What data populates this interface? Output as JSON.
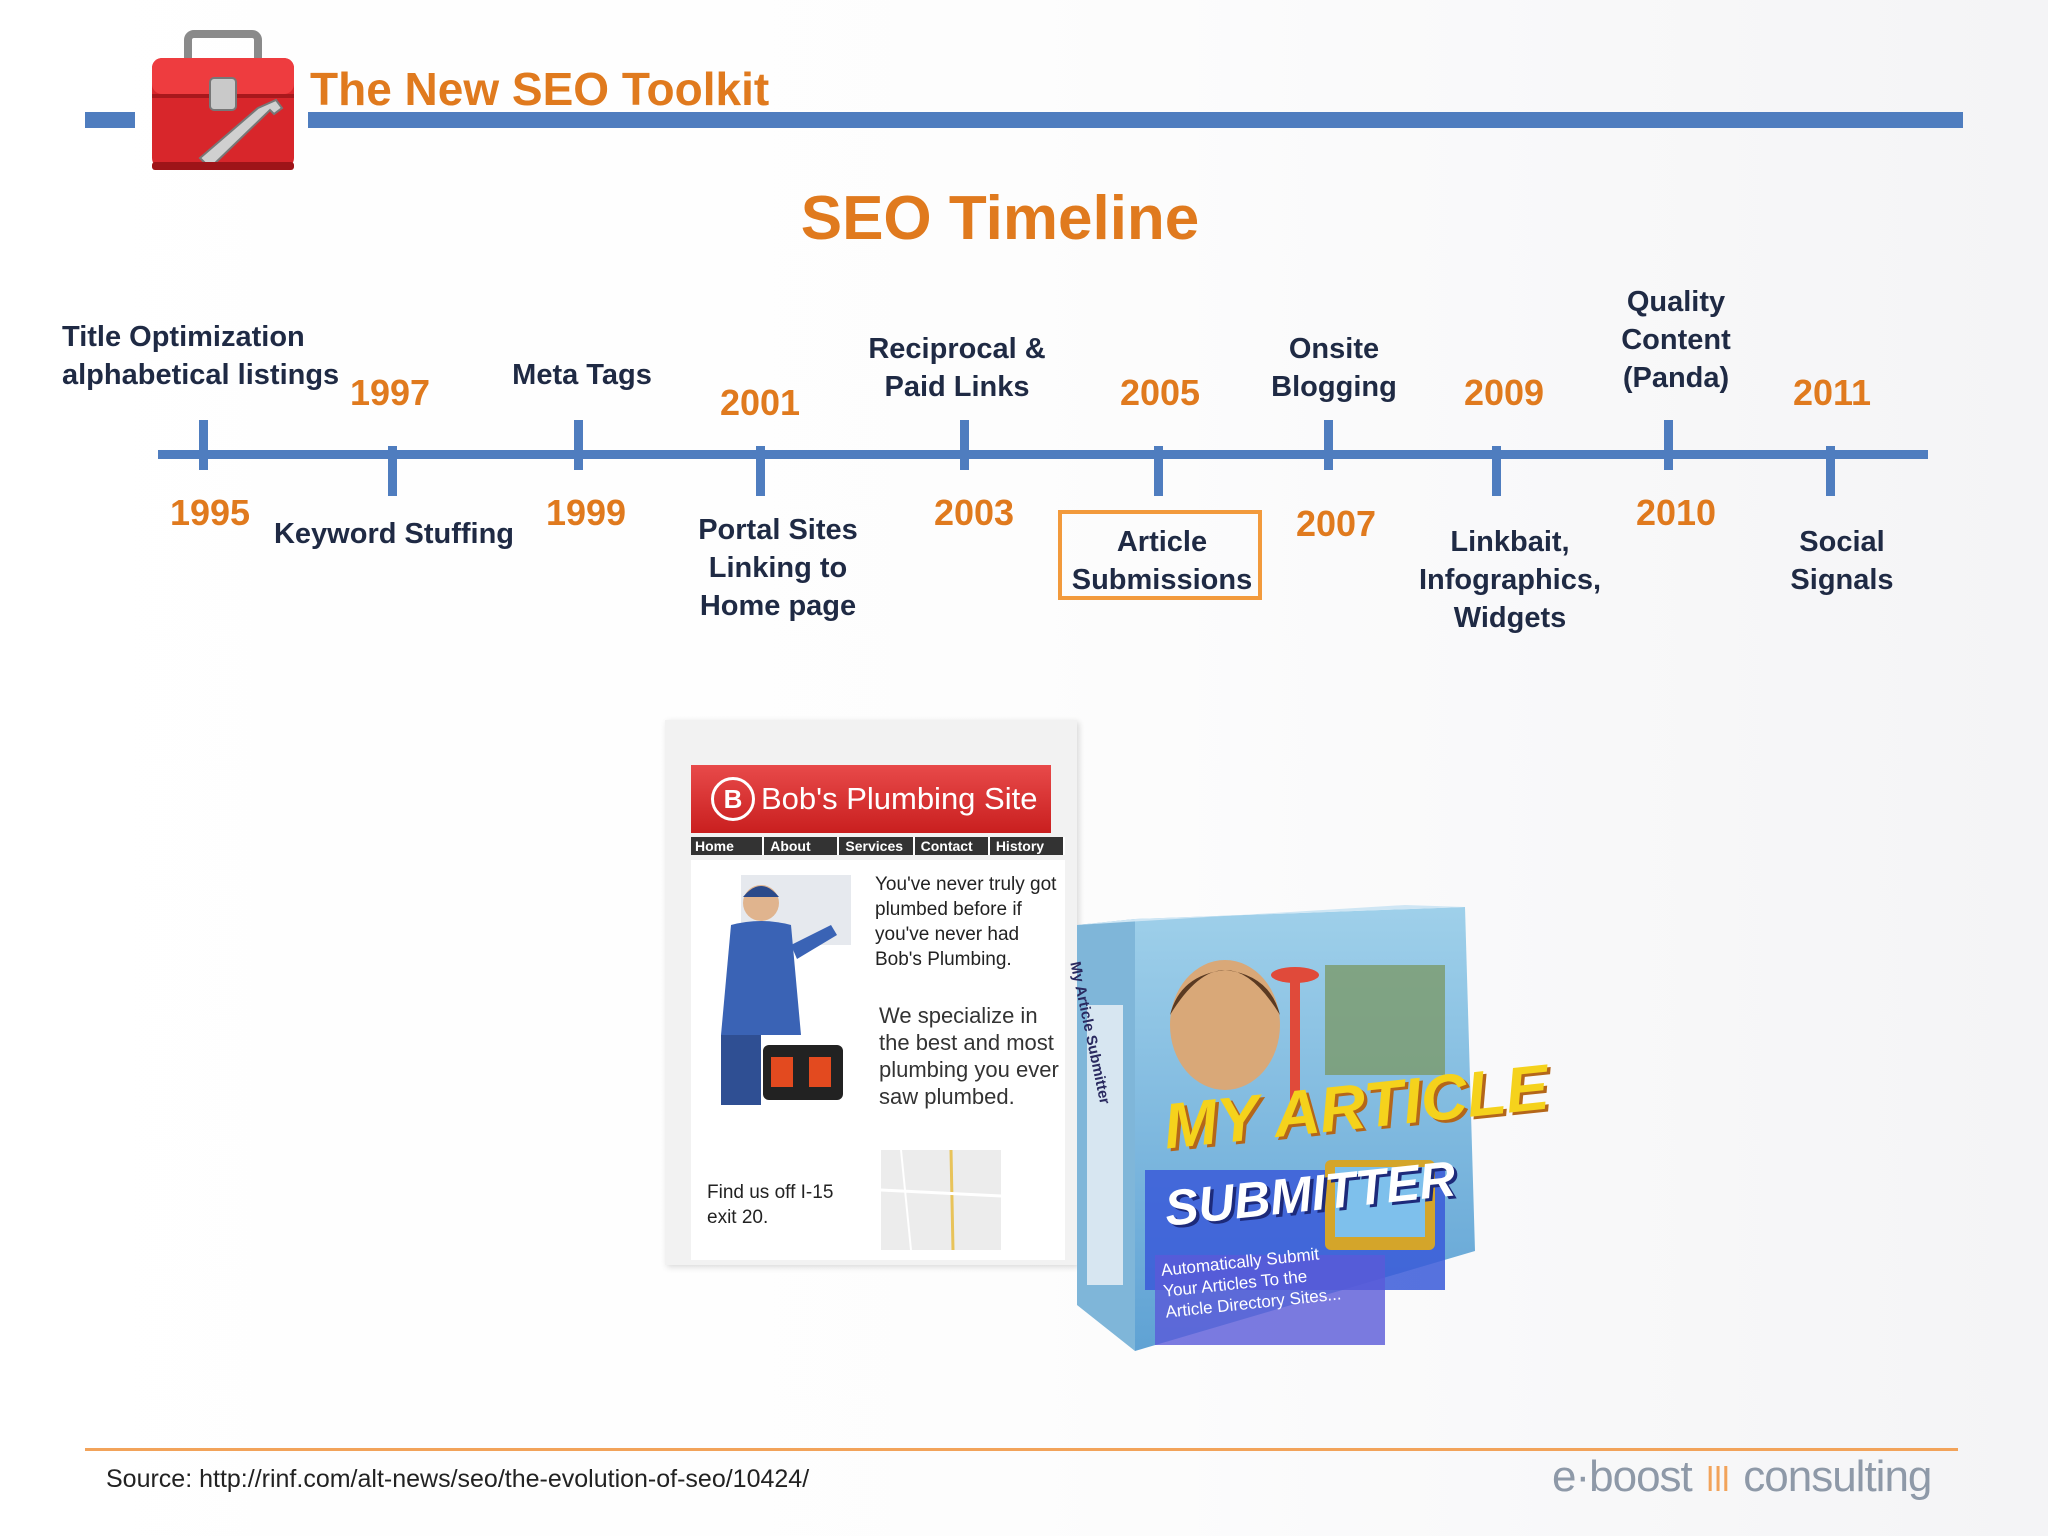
{
  "header": {
    "title": "The New SEO Toolkit"
  },
  "slide": {
    "title": "SEO Timeline"
  },
  "timeline": [
    {
      "year": "1995",
      "event": "Title Optimization\nalphabetical listings"
    },
    {
      "year": "1997",
      "event": "Keyword Stuffing"
    },
    {
      "year": "1999",
      "event": "Meta Tags"
    },
    {
      "year": "2001",
      "event": "Portal Sites\nLinking to\nHome page"
    },
    {
      "year": "2003",
      "event": "Reciprocal &\nPaid Links"
    },
    {
      "year": "2005",
      "event": "Article\nSubmissions",
      "highlighted": true
    },
    {
      "year": "2007",
      "event": "Onsite\nBlogging"
    },
    {
      "year": "2009",
      "event": "Linkbait,\nInfographics,\nWidgets"
    },
    {
      "year": "2010",
      "event": "Quality\nContent\n(Panda)"
    },
    {
      "year": "2011",
      "event": "Social\nSignals"
    }
  ],
  "website_image": {
    "site_name": "Bob's Plumbing Site",
    "logo_letter": "B",
    "nav": [
      "Home",
      "About",
      "Services",
      "Contact",
      "History"
    ],
    "text_1": "You've never truly got plumbed before if you've never had Bob's Plumbing.",
    "text_2": "We specialize in the best and most plumbing you ever saw plumbed.",
    "find_us": "Find us off I-15 exit 20."
  },
  "product_image": {
    "side_label": "My Article Submitter",
    "title_line1": "MY ARTICLE",
    "title_line2": "SUBMITTER",
    "tagline": "Automatically Submit Your Articles To the Article Directory Sites..."
  },
  "footer": {
    "source": "Source: http://rinf.com/alt-news/seo/the-evolution-of-seo/10424/",
    "brand_part1": "e·boost",
    "brand_part2": "consulting"
  },
  "colors": {
    "accent_orange": "#e07a1e",
    "timeline_blue": "#4f7dbf",
    "text_navy": "#1f2a44",
    "highlight_border": "#f29a3c"
  }
}
